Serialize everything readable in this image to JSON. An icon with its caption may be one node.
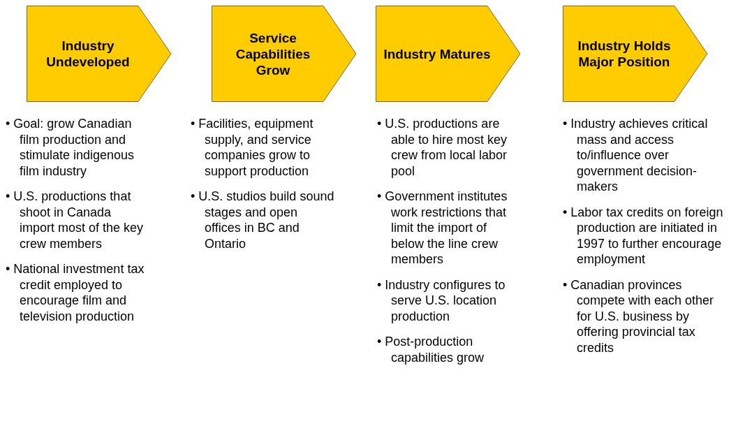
{
  "diagram": {
    "nodes": [
      {
        "text": [
          "Industry Undeveloped"
        ],
        "beside": [
          "• Goal: grow Canadian film production and stimulate indigenous film industry",
          "• U.S. productions that shoot in Canada import most of the key crew members",
          "• National investment tax credit employed to encourage film and television production"
        ]
      },
      {
        "text": [
          "Service Capabilities Grow"
        ],
        "beside": [
          "• Facilities, equipment supply, and service companies grow to support production",
          "• U.S. studios build sound stages and open offices in BC and Ontario"
        ]
      },
      {
        "text": [
          "Industry Matures"
        ],
        "beside": [
          "• U.S. productions are able to hire most key crew from local labor pool",
          "• Government institutes work restrictions that limit the import of below the line crew members",
          "• Industry configures to serve U.S. location production",
          "• Post-production capabilities grow"
        ]
      },
      {
        "text": [
          "Industry Holds Major Position"
        ],
        "beside": [
          "• Industry achieves critical mass and access to/influence over government decision-makers",
          "• Labor tax credits on foreign production are initiated in 1997 to further encourage employment",
          "• Canadian provinces compete with each other for U.S. business by offering provincial tax credits"
        ]
      }
    ]
  }
}
